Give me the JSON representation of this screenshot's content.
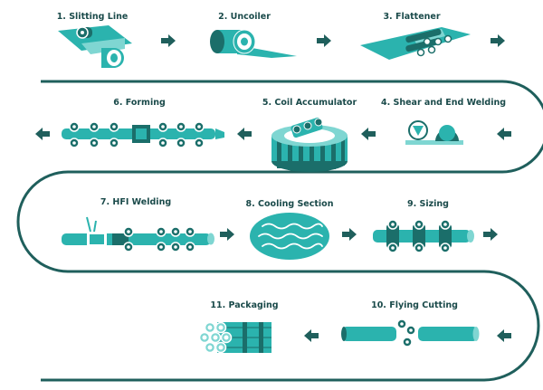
{
  "colors": {
    "teal": "#2bb3ae",
    "teal_light": "#7fd6d2",
    "teal_dark": "#1b6e6a",
    "line": "#1f5f5c",
    "arrow": "#1f5f5c",
    "label": "#1a4a4a"
  },
  "steps": [
    {
      "label": "1. Slitting Line",
      "icon": "slitting-line-icon"
    },
    {
      "label": "2. Uncoiler",
      "icon": "uncoiler-icon"
    },
    {
      "label": "3. Flattener",
      "icon": "flattener-icon"
    },
    {
      "label": "4. Shear and End Welding",
      "icon": "shear-welding-icon"
    },
    {
      "label": "5. Coil Accumulator",
      "icon": "coil-accumulator-icon"
    },
    {
      "label": "6. Forming",
      "icon": "forming-icon"
    },
    {
      "label": "7. HFI Welding",
      "icon": "hfi-welding-icon"
    },
    {
      "label": "8. Cooling Section",
      "icon": "cooling-section-icon"
    },
    {
      "label": "9. Sizing",
      "icon": "sizing-icon"
    },
    {
      "label": "10. Flying Cutting",
      "icon": "flying-cutting-icon"
    },
    {
      "label": "11. Packaging",
      "icon": "packaging-icon"
    }
  ]
}
